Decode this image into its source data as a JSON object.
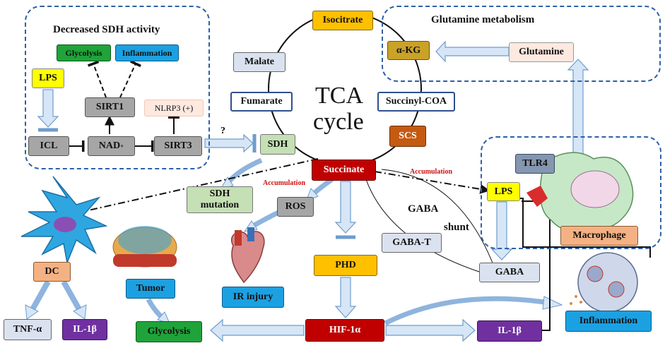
{
  "tca": {
    "line1": "TCA",
    "line2": "cycle"
  },
  "panels": {
    "sdh_title": "Decreased SDH activity",
    "glutamine_title": "Glutamine metabolism"
  },
  "tca_nodes": {
    "isocitrate": "Isocitrate",
    "akg": "α-KG",
    "glutamine": "Glutamine",
    "malate": "Malate",
    "fumarate": "Fumarate",
    "succinyl": "Succinyl-COA",
    "scs": "SCS",
    "sdh": "SDH",
    "succinate": "Succinate"
  },
  "sdh_nodes": {
    "glycolysis": "Glycolysis",
    "inflammation": "Inflammation",
    "lps": "LPS",
    "sirt1": "SIRT1",
    "nlrp3": "NLRP3 (+)",
    "icl": "ICL",
    "nad": "NAD",
    "nad_sup": "+",
    "sirt3": "SIRT3",
    "question": "?"
  },
  "lower": {
    "dc": "DC",
    "tnf": "TNF-α",
    "il1b_left": "IL-1β",
    "sdh_mut1": "SDH",
    "sdh_mut2": "mutation",
    "ros": "ROS",
    "tumor": "Tumor",
    "ir_injury": "IR injury",
    "glycolysis": "Glycolysis",
    "phd": "PHD",
    "hif": "HIF-1α",
    "il1b_right": "IL-1β",
    "gaba_t": "GABA-T",
    "gaba": "GABA",
    "gaba_label": "GABA",
    "shunt_label": "shunt",
    "inflammation": "Inflammation"
  },
  "macrophage": {
    "tlr4": "TLR4",
    "lps": "LPS",
    "label": "Macrophage"
  },
  "annotations": {
    "accum_left": "Accumulation",
    "accum_right": "Accumulation"
  },
  "colors": {
    "yellow": "#ffff00",
    "orange": "#ffc000",
    "gold": "#c9a227",
    "red": "#c00000",
    "blue": "#1ba1e2",
    "green": "#1fa33a",
    "purple": "#7030a0",
    "peach": "#f4b183",
    "brown": "#c55a11",
    "light_green": "#c5e0b4",
    "light_blue": "#dde8f5",
    "gray": "#a6a6a6",
    "dashed_border": "#2f5fa8"
  }
}
